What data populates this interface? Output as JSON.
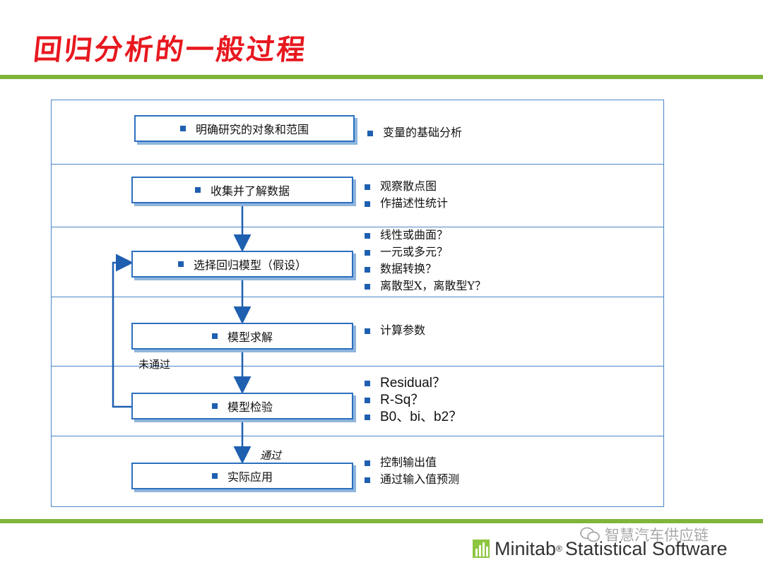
{
  "title": "回归分析的一般过程",
  "steps": [
    {
      "label": "明确研究的对象和范围",
      "notes": [
        "变量的基础分析"
      ]
    },
    {
      "label": "收集并了解数据",
      "notes": [
        "观察散点图",
        "作描述性统计"
      ]
    },
    {
      "label": "选择回归模型（假设）",
      "notes": [
        "线性或曲面？",
        "一元或多元？",
        "数据转换？",
        "离散型X，离散型Y？"
      ]
    },
    {
      "label": "模型求解",
      "notes": [
        "计算参数"
      ]
    },
    {
      "label": "模型检验",
      "notes": [
        "Residual？",
        "R-Sq？",
        "B0、bi、b2？"
      ]
    },
    {
      "label": "实际应用",
      "notes": [
        "控制输出值",
        "通过输入值预测"
      ]
    }
  ],
  "flow_labels": {
    "fail": "未通过",
    "pass": "通过"
  },
  "footer": {
    "brand": "Minitab",
    "reg": "®",
    "product": "Statistical Software"
  },
  "watermark": "智慧汽车供应链",
  "colors": {
    "title": "#e8181f",
    "accent_bar": "#7fb539",
    "box_border": "#2c6fbf",
    "bullet": "#1f5fb0"
  }
}
